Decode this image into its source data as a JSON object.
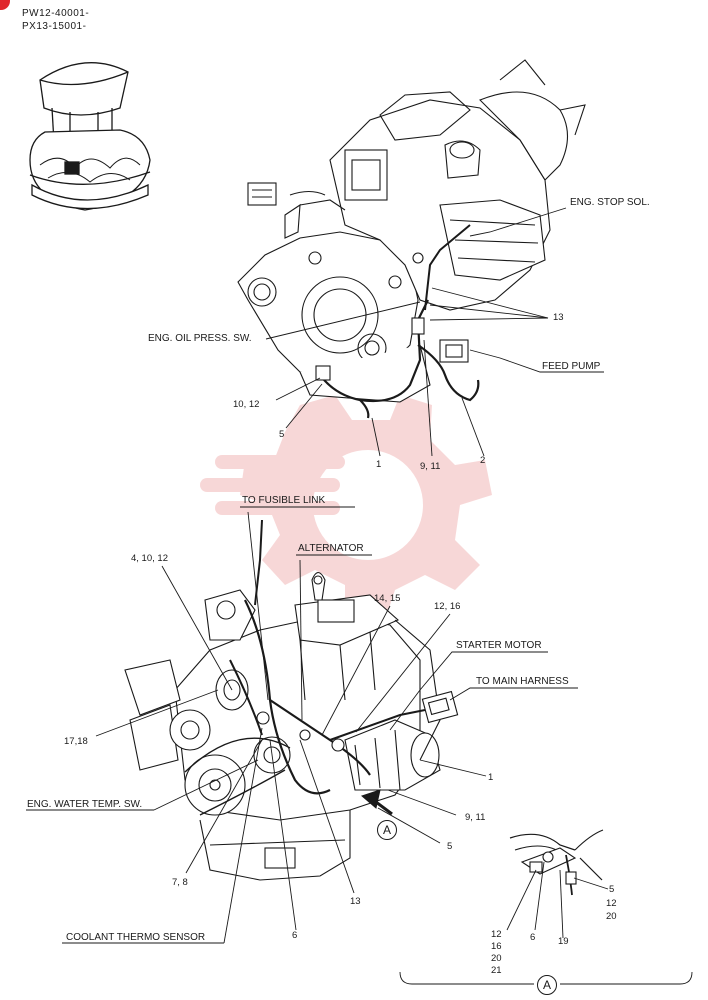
{
  "header": {
    "serial_1": "PW12-40001-",
    "serial_2": "PX13-15001-"
  },
  "labels": {
    "eng_stop_sol": "ENG. STOP SOL.",
    "eng_oil_press_sw": "ENG. OIL PRESS. SW.",
    "feed_pump": "FEED PUMP",
    "to_fusible_link": "TO FUSIBLE LINK",
    "alternator": "ALTERNATOR",
    "starter_motor": "STARTER MOTOR",
    "to_main_harness": "TO MAIN HARNESS",
    "eng_water_temp_sw": "ENG. WATER TEMP. SW.",
    "coolant_thermo_sensor": "COOLANT THERMO SENSOR"
  },
  "callouts_top": {
    "c13": "13",
    "c10_12": "10, 12",
    "c5": "5",
    "c1": "1",
    "c9_11": "9, 11",
    "c2": "2"
  },
  "callouts_bottom": {
    "c4_10_12": "4, 10, 12",
    "c14_15": "14, 15",
    "c12_16": "12, 16",
    "c17_18": "17,18",
    "c1": "1",
    "c9_11": "9, 11",
    "c5": "5",
    "c7_8": "7, 8",
    "c13": "13",
    "c6": "6",
    "view_letter": "A"
  },
  "detail_a": {
    "c5": "5",
    "c12": "12",
    "c20": "20",
    "c12b": "12",
    "c16": "16",
    "c20b": "20",
    "c21": "21",
    "c6": "6",
    "c19": "19",
    "view_letter": "A"
  },
  "colors": {
    "line": "#1a1a1a",
    "corner_mark": "#e0262b",
    "watermark": "#f2b8b8"
  }
}
